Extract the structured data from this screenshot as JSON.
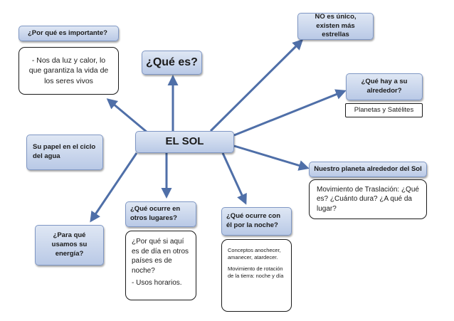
{
  "center": {
    "label": "EL SOL"
  },
  "que_es": {
    "label": "¿Qué es?"
  },
  "importante": {
    "question": "¿Por qué es importante?",
    "answer": "- Nos da luz y calor, lo que garantiza la vida de los seres vivos"
  },
  "no_unico": {
    "label": "NO es único, existen más estrellas"
  },
  "alrededor": {
    "question": "¿Qué hay a su alrededor?",
    "answer": "Planetas y Satélites"
  },
  "papel_agua": {
    "label": "Su papel en el ciclo del agua"
  },
  "planeta": {
    "question": "Nuestro planeta alrededor del Sol",
    "answer": "Movimiento de Traslación: ¿Qué es? ¿Cuánto dura? ¿A qué da lugar?"
  },
  "otros_lugares": {
    "question": "¿Qué ocurre en otros lugares?",
    "answer_1": "¿Por qué si aquí es de día en otros países es de noche?",
    "answer_2": "- Usos horarios."
  },
  "noche": {
    "question": "¿Qué ocurre con él por la noche?",
    "answer_1": "Conceptos anochecer, amanecer, atardecer.",
    "answer_2": "Movimiento de rotación de la tierra: noche y día"
  },
  "energia": {
    "label": "¿Para qué usamos su energía?"
  },
  "colors": {
    "arrow": "#4f6fa8",
    "node_fill_top": "#dfe7f4",
    "node_fill_bottom": "#b9c9e6",
    "node_border": "#7f97c4"
  }
}
